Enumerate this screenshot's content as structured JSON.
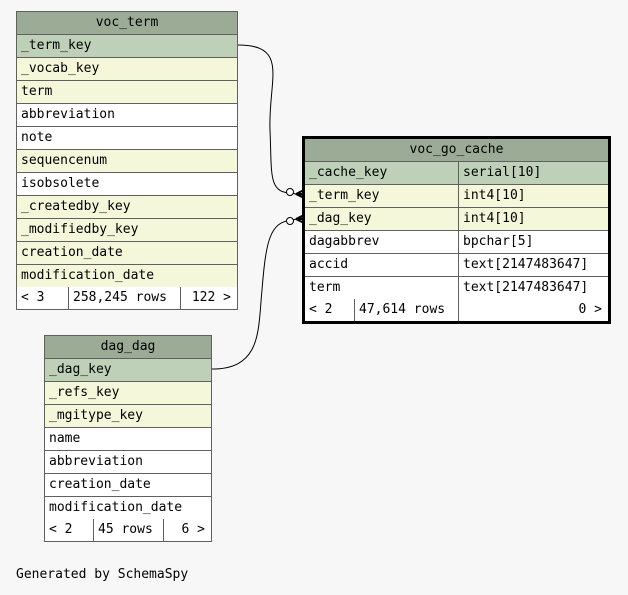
{
  "tables": {
    "voc_term": {
      "name": "voc_term",
      "columns": [
        {
          "name": "_term_key",
          "kind": "pk"
        },
        {
          "name": "_vocab_key",
          "kind": "fk"
        },
        {
          "name": "term",
          "kind": "fk"
        },
        {
          "name": "abbreviation",
          "kind": "plain"
        },
        {
          "name": "note",
          "kind": "plain"
        },
        {
          "name": "sequencenum",
          "kind": "fk"
        },
        {
          "name": "isobsolete",
          "kind": "plain"
        },
        {
          "name": "_createdby_key",
          "kind": "fk"
        },
        {
          "name": "_modifiedby_key",
          "kind": "fk"
        },
        {
          "name": "creation_date",
          "kind": "fk"
        },
        {
          "name": "modification_date",
          "kind": "fk"
        }
      ],
      "footer": {
        "parents": "< 3",
        "rows": "258,245 rows",
        "children": "122 >"
      }
    },
    "voc_go_cache": {
      "name": "voc_go_cache",
      "columns": [
        {
          "name": "_cache_key",
          "type": "serial[10]",
          "kind": "pk"
        },
        {
          "name": "_term_key",
          "type": "int4[10]",
          "kind": "fk"
        },
        {
          "name": "_dag_key",
          "type": "int4[10]",
          "kind": "fk"
        },
        {
          "name": "dagabbrev",
          "type": "bpchar[5]",
          "kind": "plain"
        },
        {
          "name": "accid",
          "type": "text[2147483647]",
          "kind": "plain"
        },
        {
          "name": "term",
          "type": "text[2147483647]",
          "kind": "plain"
        }
      ],
      "footer": {
        "parents": "< 2",
        "rows": "47,614 rows",
        "children": "0 >"
      }
    },
    "dag_dag": {
      "name": "dag_dag",
      "columns": [
        {
          "name": "_dag_key",
          "kind": "pk"
        },
        {
          "name": "_refs_key",
          "kind": "fk"
        },
        {
          "name": "_mgitype_key",
          "kind": "fk"
        },
        {
          "name": "name",
          "kind": "plain"
        },
        {
          "name": "abbreviation",
          "kind": "plain"
        },
        {
          "name": "creation_date",
          "kind": "plain"
        },
        {
          "name": "modification_date",
          "kind": "plain"
        }
      ],
      "footer": {
        "parents": "< 2",
        "rows": "45 rows",
        "children": "6 >"
      }
    }
  },
  "footer_note": "Generated by SchemaSpy",
  "colors": {
    "header": "#9bab96",
    "primary_key": "#bed1b8",
    "foreign_key": "#f4f7da",
    "background": "#f7f7f7"
  }
}
